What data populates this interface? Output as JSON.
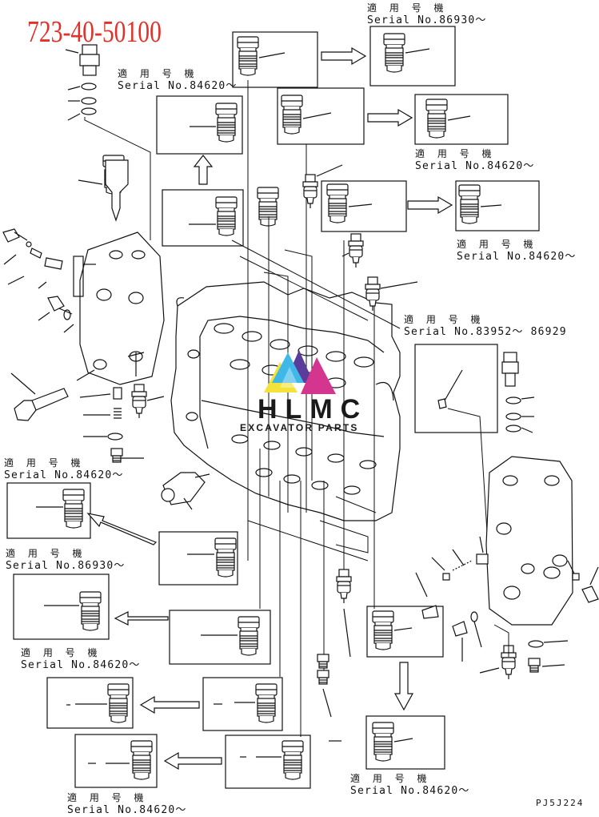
{
  "part_number": "723-40-50100",
  "watermark": {
    "brand": "HLMC",
    "subtitle": "EXCAVATOR PARTS",
    "colors": {
      "cyan": "#3fb8e8",
      "yellow": "#f3e23a",
      "magenta": "#d4358f",
      "violet": "#5a3c9a"
    }
  },
  "serial_labels": {
    "top_right": {
      "prefix": "適 用 号 機",
      "text": "Serial No.86930～"
    },
    "upper_left": {
      "prefix": "適 用 号 機",
      "text": "Serial No.84620～"
    },
    "upper_right_2": {
      "prefix": "適 用 号 機",
      "text": "Serial No.84620～"
    },
    "right_3": {
      "prefix": "適 用 号 機",
      "text": "Serial No.84620～"
    },
    "right_mid": {
      "prefix": "適 用 号 機",
      "text": "Serial No.83952～ 86929"
    },
    "left_1": {
      "prefix": "適 用 号 機",
      "text": "Serial No.84620～"
    },
    "left_2": {
      "prefix": "適 用 号 機",
      "text": "Serial No.86930～"
    },
    "left_3": {
      "prefix": "適 用 号 機",
      "text": "Serial No.84620～"
    },
    "bottom_left": {
      "prefix": "適 用 号 機",
      "text": "Serial No.84620～"
    },
    "bottom_mid": {
      "prefix": "適 用 号 機",
      "text": "Serial No.84620～"
    }
  },
  "page_code": "PJ5J224"
}
